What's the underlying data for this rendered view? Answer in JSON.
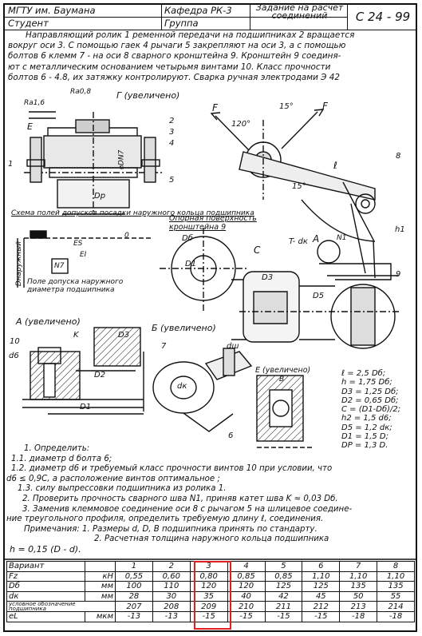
{
  "header": {
    "university": "МГТУ им. Баумана",
    "department": "Кафедра РК-3",
    "task_title": "Задание на расчет соединений",
    "code": "С 24 - 99",
    "student_label": "Студент",
    "group_label": "Группа"
  },
  "task_lines": [
    "Направляющий ролик 1 ременной передачи на подшипниках 2 вращается",
    "вокруг оси 3. С помощью гаек 4 рычаги 5 закрепляют на оси 3, а с помощью",
    "болтов 6 клемм 7 - на оси 8 сварного кронштейна 9. Кронштейн 9 соединя-",
    "ют с металлическим основанием четырьмя винтами 10. Класс прочности",
    "болтов 6 - 4.8, их затяжку контролируют. Сварка ручная электродами Э 42"
  ],
  "figure_labels": {
    "view_g": "Г (увеличено)",
    "view_a": "А (увеличено)",
    "view_b": "Б (увеличено)",
    "view_e": "Е (увеличено)",
    "roughness1": "Ra1,6",
    "roughness2": "Ra0,8",
    "dia_dn": "⌀DN7",
    "dp": "Dp",
    "d1": "D1",
    "d2": "D2",
    "d3": "D3",
    "d5": "D5",
    "db": "Dб",
    "dk": "dк",
    "dw": "dш",
    "d6": "d6",
    "tolerance_title": "Схема полей допусков посадки наружного кольца подшипника",
    "tolerance_n7": "N7",
    "tolerance_zero": "0",
    "tolerance_es": "ES",
    "tolerance_ei": "EI",
    "tolerance_dn": "Dнаружный",
    "tolerance_field": "Поле допуска наружного диаметра подшипника",
    "support_surface": "Опорная поверхность кронштейна 9",
    "t_dk": "T- dк",
    "n1": "N1",
    "angle_15": "15°",
    "angle_120": "120°",
    "force_f": "F",
    "len_l": "ℓ",
    "h1": "h1",
    "c_label": "C",
    "e_label": "E",
    "a_label": "A",
    "b_label": "Б",
    "k_label": "K",
    "b_small": "B",
    "part_numbers": [
      "1",
      "2",
      "3",
      "4",
      "5",
      "6",
      "7",
      "8",
      "9",
      "10"
    ]
  },
  "params": [
    "ℓ = 2,5 Dб;",
    "h = 1,75 Dб;",
    "D3 = 1,25 Dб;",
    "D2 = 0,65 Dб;",
    "C = (D1-Dб)/2;",
    "h2 = 1,5 d6;",
    "D5 = 1,2 dк;",
    "D1 = 1,5 D;",
    "DP = 1,3 D."
  ],
  "notes": [
    "1. Определить:",
    "1.1. диаметр d болта 6;",
    "1.2. диаметр d6 и требуемый класс прочности винтов 10 при условии, что",
    "d6 ≤ 0,9C, а расположение винтов оптимальное ;",
    "1.3. силу выпрессовки подшипника из ролика 1.",
    "2. Проверить прочность сварного шва N1, приняв катет шва K ≈ 0,03 Dб.",
    "3. Заменив клеммовое соединение оси 8 с рычагом 5 на шлицевое соедине-",
    "ние треугольного профиля, определить требуемую длину ℓ, соединения.",
    "Примечания: 1. Размеры d, D, B подшипника принять по стандарту.",
    "2. Расчетная толщина наружного кольца подшипника",
    "h = 0,15 (D - d)."
  ],
  "table": {
    "header": {
      "name": "Вариант",
      "unit": "",
      "values": [
        "1",
        "2",
        "3",
        "4",
        "5",
        "6",
        "7",
        "8"
      ]
    },
    "rows": [
      {
        "name": "Fz",
        "unit": "кН",
        "values": [
          "0,55",
          "0,60",
          "0,80",
          "0,85",
          "0,85",
          "1,10",
          "1,10",
          "1,10"
        ]
      },
      {
        "name": "Dб",
        "unit": "мм",
        "values": [
          "100",
          "110",
          "120",
          "120",
          "125",
          "125",
          "135",
          "135"
        ]
      },
      {
        "name": "dк",
        "unit": "мм",
        "values": [
          "28",
          "30",
          "35",
          "40",
          "42",
          "45",
          "50",
          "55"
        ]
      },
      {
        "name": "условное обозначение подшипника",
        "unit": "",
        "values": [
          "207",
          "208",
          "209",
          "210",
          "211",
          "212",
          "213",
          "214"
        ]
      },
      {
        "name": "eL",
        "unit": "мкм",
        "values": [
          "-13",
          "-13",
          "-15",
          "-15",
          "-15",
          "-15",
          "-18",
          "-18"
        ]
      }
    ],
    "highlight_column": "3",
    "highlight_color": "#e02020"
  }
}
